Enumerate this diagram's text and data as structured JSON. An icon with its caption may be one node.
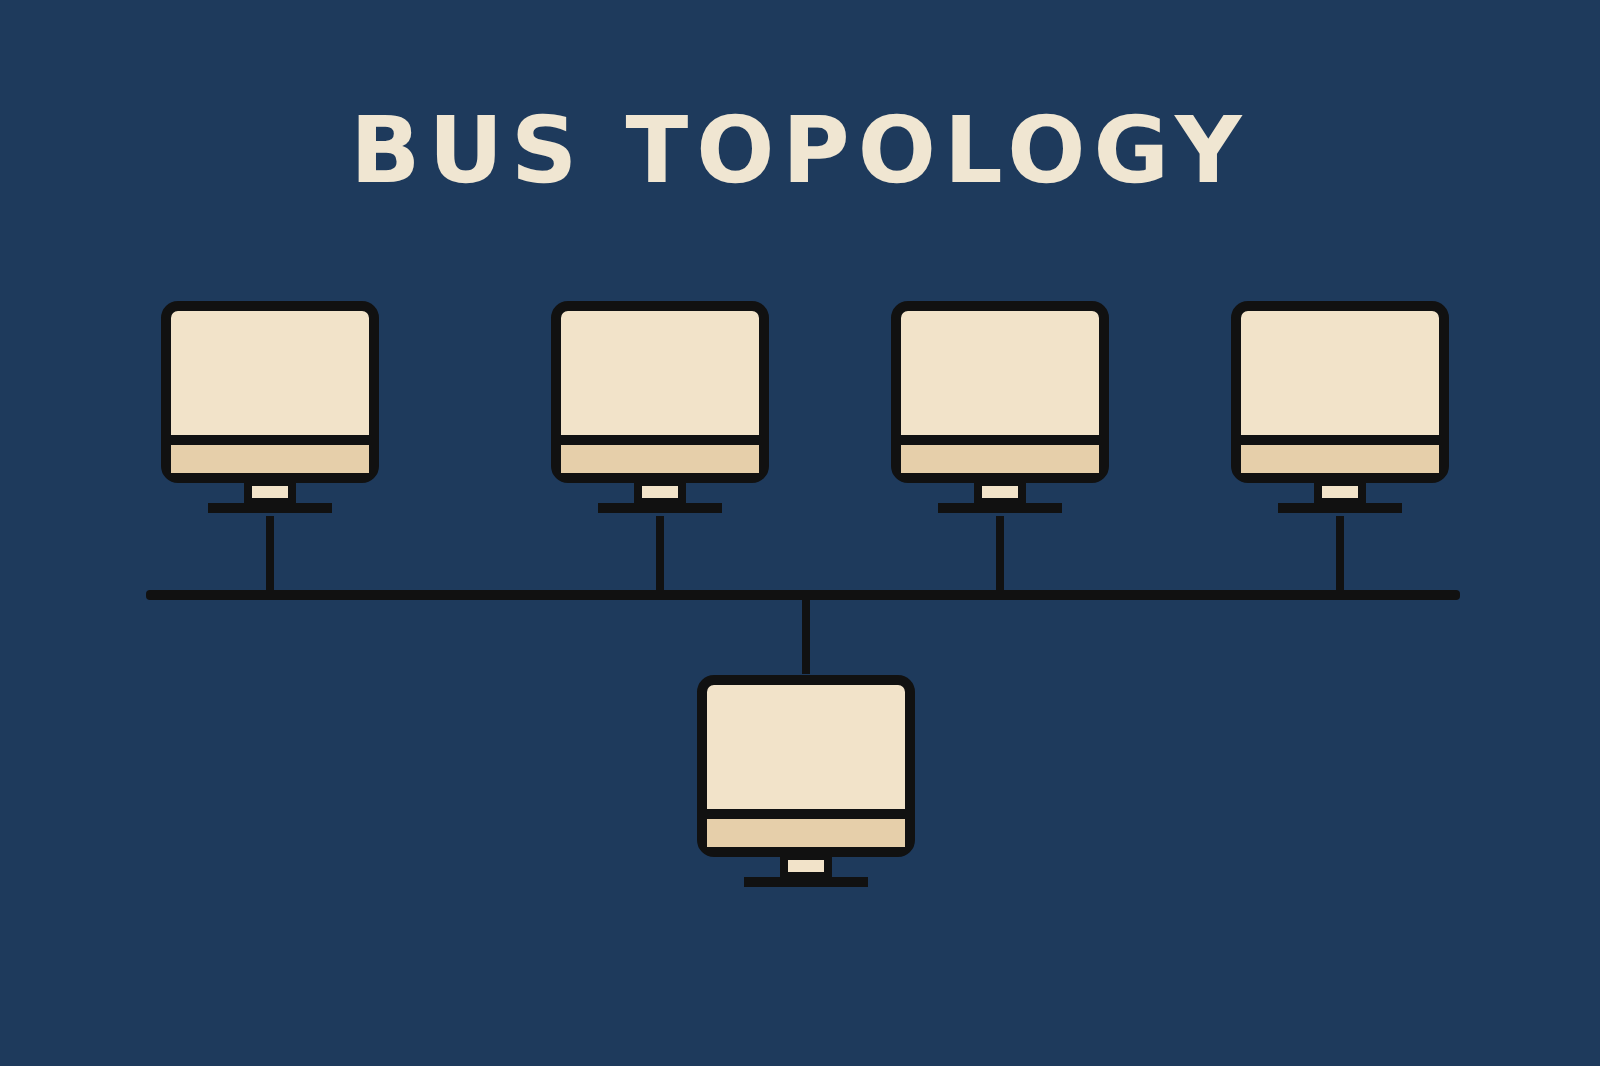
{
  "diagram": {
    "title": "BUS TOPOLOGY",
    "nodes": [
      {
        "text": [],
        "shape": "monitor"
      },
      {
        "text": [],
        "shape": "monitor"
      },
      {
        "text": [],
        "shape": "monitor"
      },
      {
        "text": [],
        "shape": "monitor"
      },
      {
        "text": [],
        "shape": "bar"
      },
      {
        "text": [],
        "shape": "monitor"
      }
    ],
    "edges": [
      {
        "from": 0,
        "to": 4,
        "arrow": "none"
      },
      {
        "from": 1,
        "to": 4,
        "arrow": "none"
      },
      {
        "from": 2,
        "to": 4,
        "arrow": "none"
      },
      {
        "from": 3,
        "to": 4,
        "arrow": "none"
      },
      {
        "from": 5,
        "to": 4,
        "arrow": "none"
      }
    ]
  }
}
